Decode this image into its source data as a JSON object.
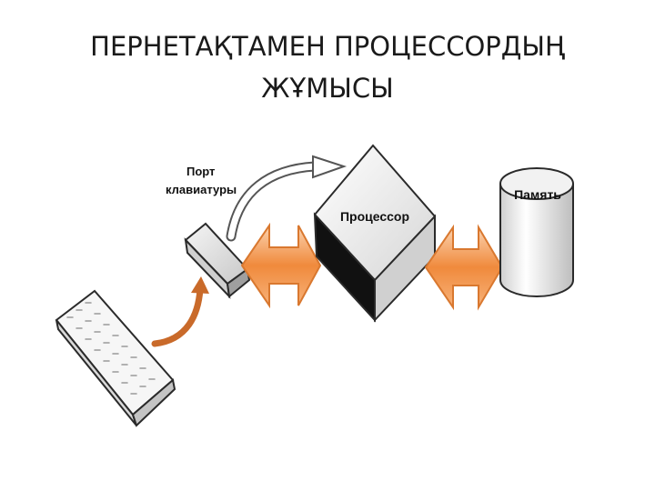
{
  "slide": {
    "title_line1": "ПЕРНЕТАҚТАМЕН ПРОЦЕССОРДЫҢ",
    "title_line2": "ЖҰМЫСЫ"
  },
  "diagram": {
    "port_label_line1": "Порт",
    "port_label_line2": "клавиатуры",
    "processor_label": "Процессор",
    "memory_label": "Память"
  },
  "colors": {
    "arrow_orange": "#f08a3c",
    "arrow_orange_light": "#fbd3b0",
    "curve_arrow_brown": "#c96a2a",
    "processor_top": "#f4f4f4",
    "processor_side_dark": "#111111",
    "outline": "#2a2a2a"
  }
}
